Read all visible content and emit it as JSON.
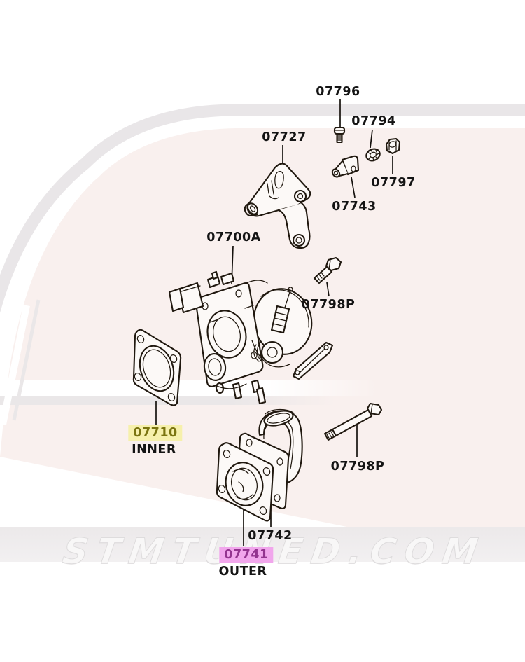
{
  "watermark": {
    "text": "STMTUNED.COM"
  },
  "parts": {
    "p07796": "07796",
    "p07794": "07794",
    "p07727": "07727",
    "p07797": "07797",
    "p07743": "07743",
    "p07700a": "07700A",
    "p07798p_upper": "07798P",
    "p07710": "07710",
    "p07710_note": "INNER",
    "p07798p_lower": "07798P",
    "p07742": "07742",
    "p07741": "07741",
    "p07741_note": "OUTER"
  },
  "colors": {
    "line_art": "#20180f",
    "label_text": "#141414",
    "highlight_yellow": "#f6f0ac",
    "highlight_yellow_text": "#7a7410",
    "highlight_pink": "#f1a6ec",
    "highlight_pink_text": "#93348f",
    "bg_pink": "#f9f0ee",
    "bg_gray_band": "#e9e6e8",
    "watermark_band": "#ece9ea",
    "watermark_text": "#f8f7f7"
  }
}
